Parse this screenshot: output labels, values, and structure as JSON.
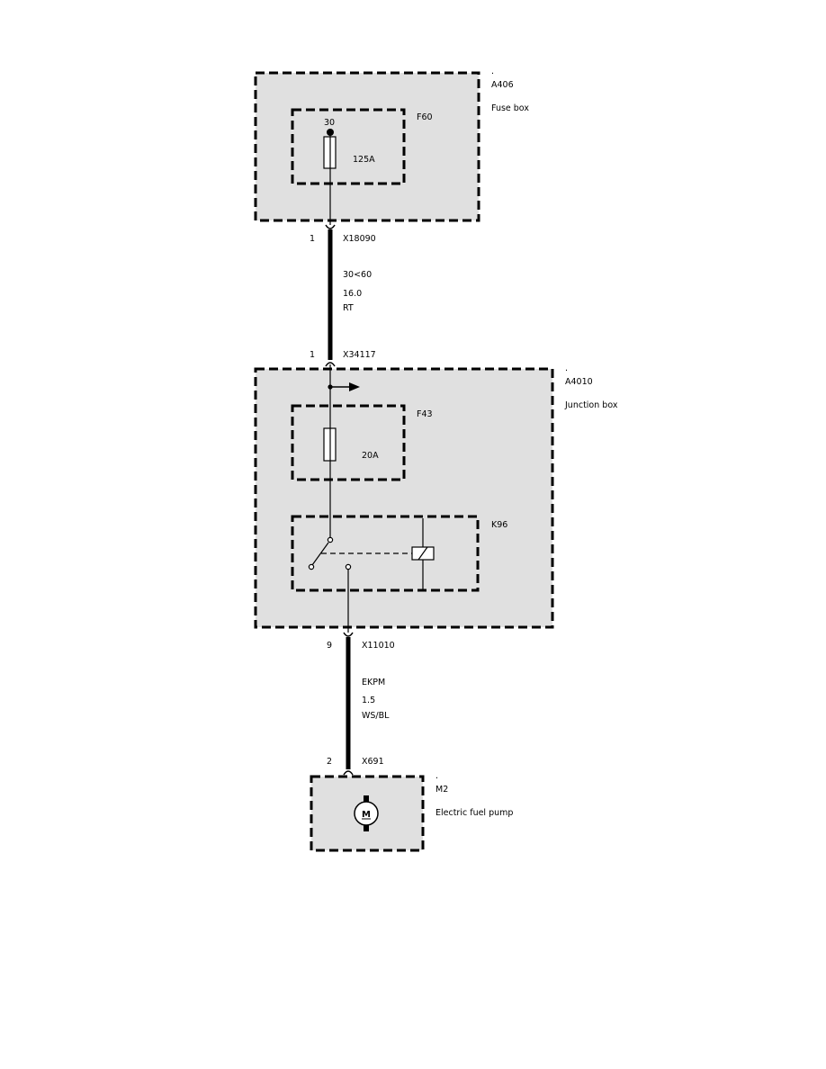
{
  "colors": {
    "box_fill": "#e0e0e0",
    "line": "#000000",
    "background": "#ffffff"
  },
  "fuse_box": {
    "dot": ".",
    "id": "A406",
    "name": "Fuse box",
    "fuse_id": "F60",
    "terminal": "30",
    "rating": "125A"
  },
  "wire1": {
    "top_pin": "1",
    "top_connector": "X18090",
    "circuit": "30<60",
    "gauge": "16.0",
    "color": "RT",
    "bottom_pin": "1",
    "bottom_connector": "X34117"
  },
  "junction_box": {
    "dot": ".",
    "id": "A4010",
    "name": "Junction box",
    "fuse_id": "F43",
    "rating": "20A",
    "relay_id": "K96"
  },
  "wire2": {
    "top_pin": "9",
    "top_connector": "X11010",
    "circuit": "EKPM",
    "gauge": "1.5",
    "color": "WS/BL",
    "bottom_pin": "2",
    "bottom_connector": "X691"
  },
  "fuel_pump": {
    "dot": ".",
    "id": "M2",
    "name": "Electric fuel pump",
    "motor_symbol": "M"
  }
}
